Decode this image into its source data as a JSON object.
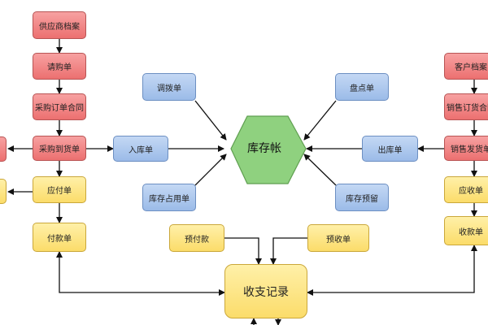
{
  "diagram": {
    "hub": "库存帐",
    "left_chain": [
      "供应商档案",
      "请购单",
      "采购订单合同",
      "采购到货单"
    ],
    "payable": "应付单",
    "payment": "付款单",
    "right_chain": [
      "客户档案",
      "销售订货合同",
      "销售发货单"
    ],
    "receivable": "应收单",
    "receipt": "收款单",
    "inbound": "入库单",
    "outbound": "出库单",
    "transfer": "调拨单",
    "stocktake": "盘点单",
    "inventory_use": "库存占用单",
    "inventory_reserve": "库存预留",
    "prepayment": "预付款",
    "prereceipt": "预收单",
    "ledger": "收支记录"
  },
  "colors": {
    "document_red": "#ec7070",
    "inventory_blue": "#9bbbe8",
    "finance_yellow": "#fbdc6a",
    "hub_green": "#8fd17f"
  }
}
